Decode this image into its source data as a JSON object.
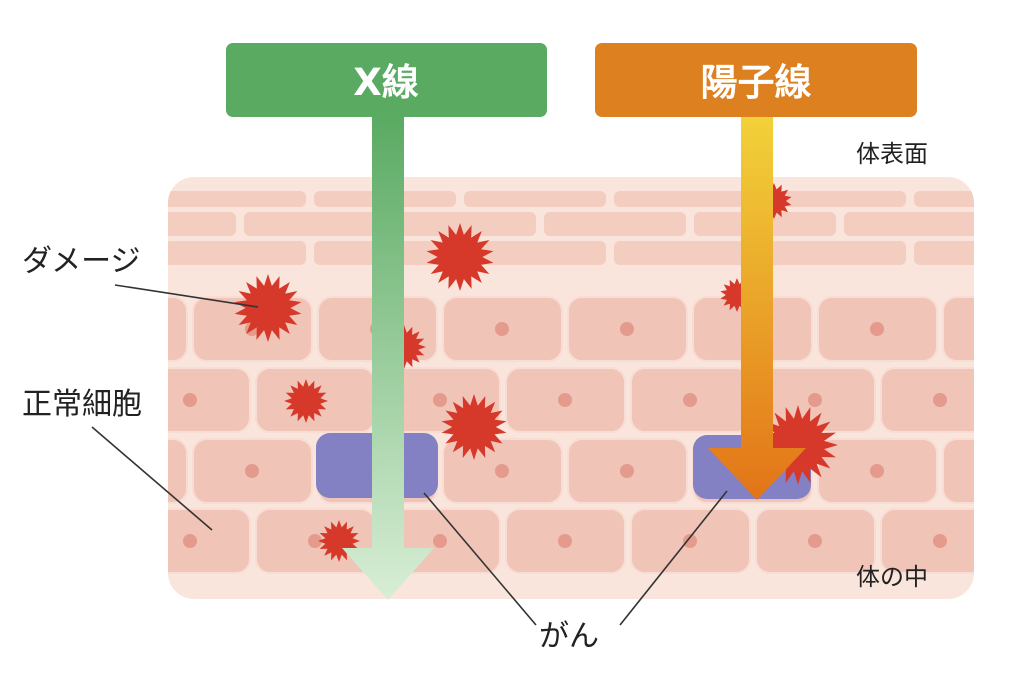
{
  "header_xray": {
    "label": "X線",
    "color": "#5aaa62"
  },
  "header_proton": {
    "label": "陽子線",
    "color": "#dc8020"
  },
  "labels": {
    "surface": "体表面",
    "inside": "体の中",
    "damage": "ダメージ",
    "normal_cells": "正常細胞",
    "cancer": "がん"
  },
  "colors": {
    "tissue": "#f9e5dc",
    "cell_fill": "#f1c4b8",
    "cell_border": "#f8ddd4",
    "nucleus": "#e49a8c",
    "damage": "#d6392a",
    "cancer": "#8480c4",
    "xray_arrow_top": "#5aaa62",
    "xray_arrow_bottom": "#d8eed6",
    "proton_arrow_top": "#f2d23a",
    "proton_arrow_bottom": "#e27418"
  }
}
